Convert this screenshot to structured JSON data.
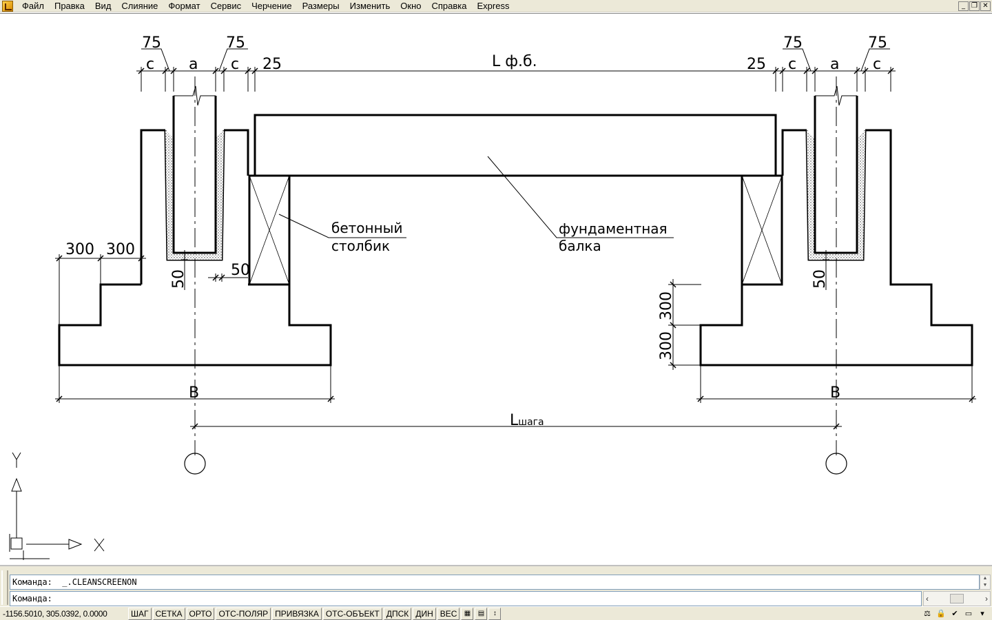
{
  "menu": {
    "items": [
      "Файл",
      "Правка",
      "Вид",
      "Слияние",
      "Формат",
      "Сервис",
      "Черчение",
      "Размеры",
      "Изменить",
      "Окно",
      "Справка",
      "Express"
    ]
  },
  "drawing": {
    "dims": {
      "d75": "75",
      "c": "c",
      "a": "a",
      "d25": "25",
      "lfb": "L ф.б.",
      "d300": "300",
      "d50": "50",
      "b": "B",
      "lshaga_main": "L",
      "lshaga_sub": "шага"
    },
    "labels": {
      "post_line1": "бетонный",
      "post_line2": "столбик",
      "beam_line1": "фундаментная",
      "beam_line2": "балка"
    },
    "ucs": {
      "x": "X",
      "y": "Y"
    }
  },
  "command": {
    "line1": "Команда:  _.CLEANSCREENON",
    "line2": "Команда:"
  },
  "status": {
    "coords": "-1156.5010, 305.0392, 0.0000",
    "buttons": [
      "ШАГ",
      "СЕТКА",
      "ОРТО",
      "ОТС-ПОЛЯР",
      "ПРИВЯЗКА",
      "ОТС-ОБЪЕКТ",
      "ДПСК",
      "ДИН",
      "ВЕС"
    ]
  },
  "colors": {
    "chrome": "#ece9d8",
    "ink": "#000000",
    "canvas": "#ffffff"
  }
}
